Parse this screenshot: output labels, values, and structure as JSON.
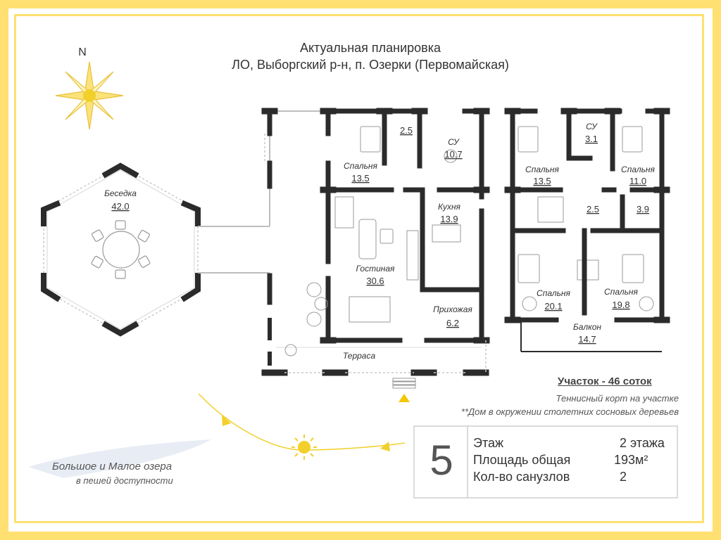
{
  "title": {
    "line1": "Актуальная планировка",
    "line2": "ЛО, Выборгский р-н, п. Озерки (Первомайская)"
  },
  "compass": {
    "north": "N"
  },
  "rooms_floor1": {
    "gazebo": {
      "name": "Беседка",
      "area": "42.0"
    },
    "bedroom": {
      "name": "Спальня",
      "area": "13.5"
    },
    "closet": {
      "area": "2.5"
    },
    "bathroom": {
      "name": "СУ",
      "area": "10.7"
    },
    "kitchen": {
      "name": "Кухня",
      "area": "13.9"
    },
    "living": {
      "name": "Гостиная",
      "area": "30.6"
    },
    "hall": {
      "name": "Прихожая",
      "area": "6.2"
    },
    "terrace": {
      "name": "Терраса"
    }
  },
  "rooms_floor2": {
    "bedroom_a": {
      "name": "Спальня",
      "area": "13.5"
    },
    "bathroom": {
      "name": "СУ",
      "area": "3.1"
    },
    "bedroom_b": {
      "name": "Спальня",
      "area": "11.0"
    },
    "corridor": {
      "area": "2.5"
    },
    "storage": {
      "area": "3.9"
    },
    "bedroom_c": {
      "name": "Спальня",
      "area": "20.1"
    },
    "bedroom_d": {
      "name": "Спальня",
      "area": "19.8"
    },
    "balcony": {
      "name": "Балкон",
      "area": "14.7"
    }
  },
  "plot": {
    "title": "Участок - 46 соток",
    "note1": "Теннисный корт на участке",
    "note2": "**Дом в окружении столетних сосновых деревьев"
  },
  "lakes": {
    "line1": "Большое и Малое озера",
    "line2": "в пешей доступности"
  },
  "info": {
    "number": "5",
    "rows": [
      {
        "label": "Этаж",
        "value": "2 этажа"
      },
      {
        "label": "Площадь общая",
        "value": "193м²"
      },
      {
        "label": "Кол-во санузлов",
        "value": "2"
      }
    ]
  },
  "colors": {
    "frame": "#ffe071",
    "sun": "#f2cf2a",
    "wall": "#2b2b2b",
    "pointer": "#f3c800"
  }
}
